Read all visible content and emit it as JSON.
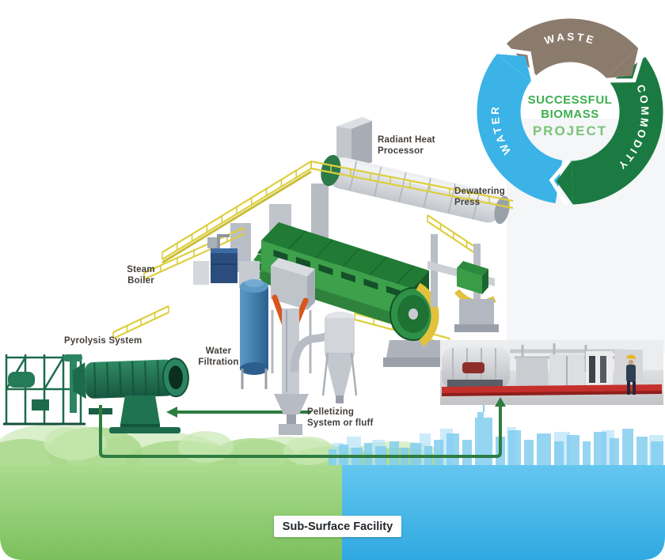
{
  "diagram": {
    "center": {
      "line1": "SUCCESSFUL",
      "line2": "BIOMASS",
      "line3": "PROJECT"
    },
    "segments": [
      {
        "label": "WASTE",
        "color": "#8b7b6d"
      },
      {
        "label": "COMMODITY",
        "color": "#1b7a41"
      },
      {
        "label": "WATER",
        "color": "#3bb3e7"
      }
    ]
  },
  "equipment_labels": {
    "radiant_heat": {
      "line1": "Radiant Heat",
      "line2": "Processor"
    },
    "dewatering_press": {
      "line1": "Dewatering",
      "line2": "Press"
    },
    "steam_boiler": {
      "line1": "Steam",
      "line2": "Boiler"
    },
    "water_filtration": {
      "line1": "Water",
      "line2": "Filtration"
    },
    "pyrolysis_system": {
      "label": "Pyrolysis System"
    },
    "pelletizing": {
      "line1": "Pelletizing",
      "line2": "System or fluff"
    }
  },
  "footer": {
    "facility_label": "Sub-Surface Facility"
  },
  "colors": {
    "waste_segment": "#8b7b6d",
    "commodity_segment": "#1b7a41",
    "water_segment": "#3bb3e7",
    "title_green": "#3daf4f",
    "project_green": "#7ac377",
    "flow_line": "#2e7c41",
    "band_green": "#7cc05e",
    "band_blue": "#2fa9e1",
    "label_text": "#433e3a"
  }
}
